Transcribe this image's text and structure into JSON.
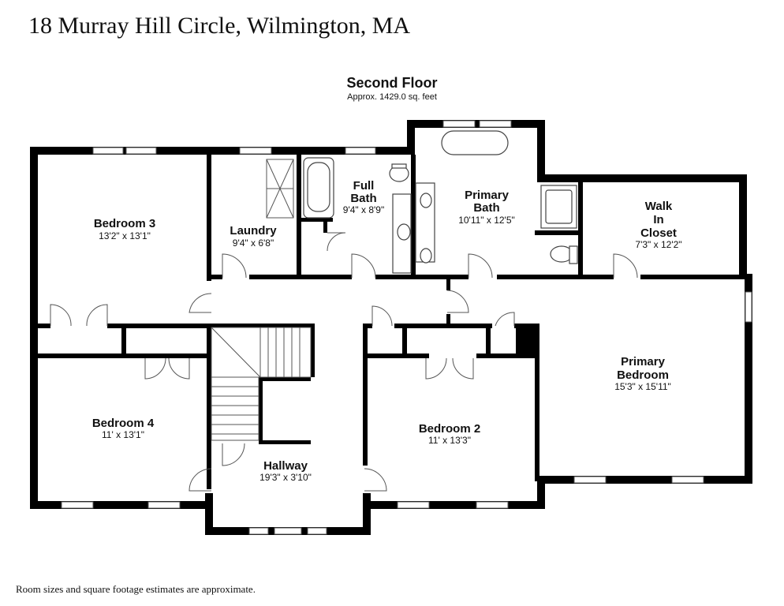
{
  "address": "18 Murray Hill Circle, Wilmington, MA",
  "floor": {
    "title": "Second Floor",
    "area": "Approx. 1429.0 sq. feet"
  },
  "rooms": {
    "bedroom3": {
      "name": "Bedroom 3",
      "dim": "13'2\" x 13'1\""
    },
    "laundry": {
      "name": "Laundry",
      "dim": "9'4\" x 6'8\""
    },
    "full_bath": {
      "name_1": "Full",
      "name_2": "Bath",
      "dim": "9'4\" x 8'9\""
    },
    "primary_bath": {
      "name_1": "Primary",
      "name_2": "Bath",
      "dim": "10'11\" x 12'5\""
    },
    "walk_in_closet": {
      "name_1": "Walk",
      "name_2": "In",
      "name_3": "Closet",
      "dim": "7'3\" x 12'2\""
    },
    "primary_bedroom": {
      "name_1": "Primary",
      "name_2": "Bedroom",
      "dim": "15'3\" x 15'11\""
    },
    "bedroom4": {
      "name": "Bedroom 4",
      "dim": "11' x 13'1\""
    },
    "bedroom2": {
      "name": "Bedroom 2",
      "dim": "11' x 13'3\""
    },
    "hallway": {
      "name": "Hallway",
      "dim": "19'3\" x 3'10\""
    }
  },
  "footnote": "Room sizes and square footage estimates are approximate."
}
